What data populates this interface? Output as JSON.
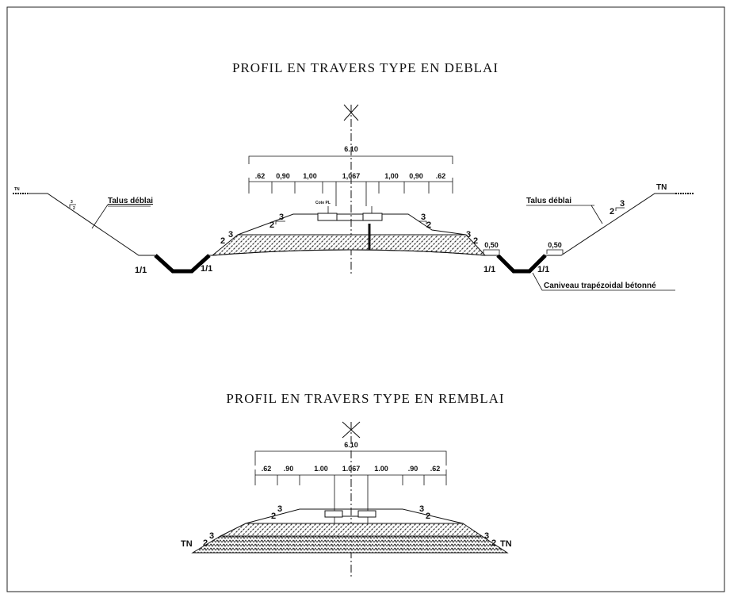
{
  "deblai": {
    "title": "PROFIL EN TRAVERS TYPE EN DEBLAI",
    "total_width": "6.10",
    "dims": [
      ".62",
      "0,90",
      "1,00",
      "1,067",
      "1,00",
      "0,90",
      ".62"
    ],
    "left_slope_label": "Talus déblai",
    "right_slope_label": "Talus déblai",
    "tn_right": "TN",
    "tn_left": "TN",
    "ditch_slope_l1": "1/1",
    "ditch_slope_l2": "1/1",
    "ditch_slope_r1": "1/1",
    "ditch_slope_r2": "1/1",
    "berm_left": "0,50",
    "berm_right": "0,50",
    "ballast_slope_l_num": "3",
    "ballast_slope_l_den": "2",
    "ballast_slope_r_num": "3",
    "ballast_slope_r_den": "2",
    "sub_slope_l_num": "3",
    "sub_slope_l_den": "2",
    "sub_slope_r_num": "3",
    "sub_slope_r_den": "2",
    "talus_r_num": "3",
    "talus_r_den": "2",
    "talus_l_num": "3",
    "talus_l_den": "2",
    "ditch_label": "Caniveau trapézoidal bétonné",
    "rail_note": "Cote PL"
  },
  "remblai": {
    "title": "PROFIL EN TRAVERS TYPE EN REMBLAI",
    "total_width": "6.10",
    "dims": [
      ".62",
      ".90",
      "1.00",
      "1.067",
      "1.00",
      ".90",
      ".62"
    ],
    "tn_left": "TN",
    "tn_right": "TN",
    "ballast_slope_l_num": "3",
    "ballast_slope_l_den": "2",
    "ballast_slope_r_num": "3",
    "ballast_slope_r_den": "2",
    "fill_slope_l_num": "3",
    "fill_slope_l_den": "2",
    "fill_slope_r_num": "3",
    "fill_slope_r_den": "2"
  }
}
